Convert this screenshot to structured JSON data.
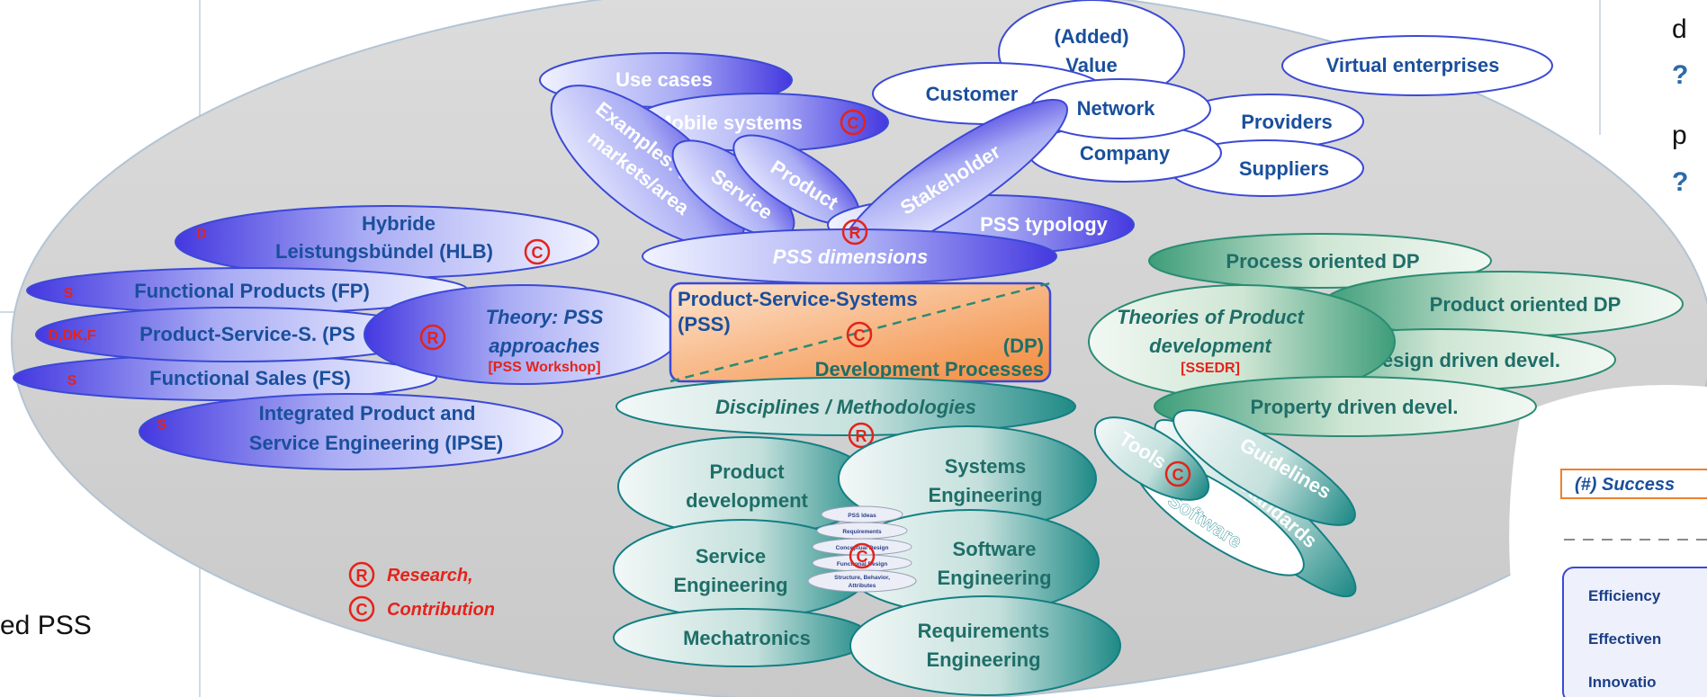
{
  "colors": {
    "blue_dark": "#4a3de0",
    "blue_light": "#e9ecff",
    "green_dark": "#2a8c73",
    "green_light": "#eaf3ec",
    "teal_dark": "#137f84",
    "text_blue": "#1a4f9c",
    "text_green": "#1f6e68",
    "red": "#e4231b",
    "gray": "#d2d2d2",
    "orange": "#f59a52"
  },
  "symbols": {
    "research": "R",
    "contribution": "C"
  },
  "legend": {
    "research": "Research,",
    "contribution": "Contribution"
  },
  "stakeholder_cluster": {
    "added_value": [
      "(Added)",
      "Value"
    ],
    "virtual_enterprises": "Virtual enterprises",
    "customer": "Customer",
    "network": "Network",
    "providers": "Providers",
    "company": "Company",
    "suppliers": "Suppliers"
  },
  "dimensions_cluster": {
    "use_cases": "Use cases",
    "mobile_systems": "Mobile systems",
    "examples": [
      "Examples: diff.",
      "markets/area"
    ],
    "service": "Service",
    "product": "Product",
    "stakeholder": "Stakeholder",
    "pss_typology": "PSS typology",
    "pss_dimensions": "PSS dimensions"
  },
  "pss_approaches": {
    "hlb_prefix": "D",
    "hlb": [
      "Hybride",
      "Leistungsbündel (HLB)"
    ],
    "fp_prefix": "S",
    "fp": "Functional Products (FP)",
    "pss_prefix": "D,DK,F",
    "pss": "Product-Service-S. (PS",
    "fs_prefix": "S",
    "fs": "Functional Sales (FS)",
    "ipse_prefix": "S",
    "ipse": [
      "Integrated Product and",
      "Service Engineering (IPSE)"
    ],
    "theory": [
      "Theory: PSS",
      "approaches"
    ],
    "workshop": "[PSS Workshop]"
  },
  "center": {
    "pss": [
      "Product-Service-Systems",
      "(PSS)"
    ],
    "dp_abbr": "(DP)",
    "dp": "Development Processes"
  },
  "dev_processes": {
    "process_oriented": "Process oriented DP",
    "product_oriented": "Product oriented DP",
    "theories": [
      "Theories of Product",
      "development"
    ],
    "ssedr": "[SSEDR]",
    "design_driven": "Design driven devel.",
    "property_driven": "Property driven devel."
  },
  "disciplines": {
    "title": "Disciplines / Methodologies",
    "product_dev": [
      "Product",
      "development"
    ],
    "systems_eng": [
      "Systems",
      "Engineering"
    ],
    "service_eng": [
      "Service",
      "Engineering"
    ],
    "software_eng": [
      "Software",
      "Engineering"
    ],
    "mechatronics": "Mechatronics",
    "requirements_eng": [
      "Requirements",
      "Engineering"
    ],
    "stack": [
      "PSS Ideas",
      "Requirements",
      "Conceptual Design",
      "Functional Design",
      "Structure, Behavior,",
      "Attributes"
    ]
  },
  "tools": {
    "tools": "Tools",
    "guidelines": "Guidelines",
    "standards": "Standards",
    "software": "Software"
  },
  "right_panel": {
    "fragments": [
      "d",
      "?",
      "p",
      "?"
    ],
    "success": "(#) Success",
    "items": [
      "Efficiency",
      "Effectiven",
      "Innovatio"
    ]
  },
  "left_fragment": "ed PSS"
}
